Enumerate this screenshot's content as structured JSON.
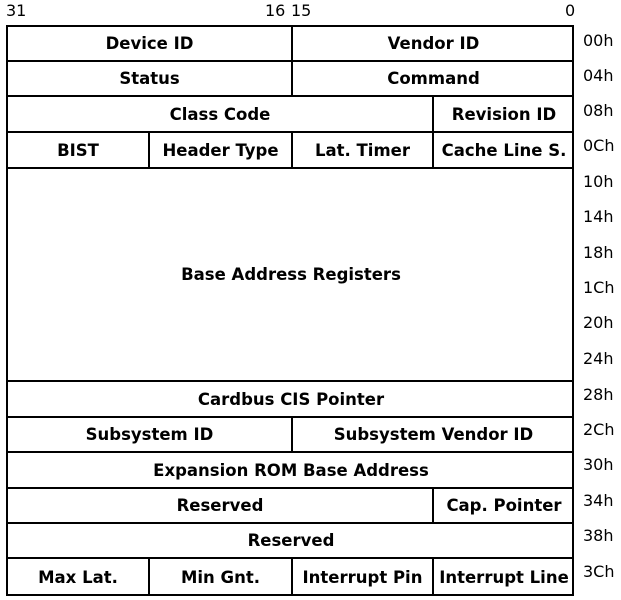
{
  "bit_labels": {
    "b31": "31",
    "b16": "16",
    "b15": "15",
    "b0": "0"
  },
  "rows": [
    {
      "offset": "00h",
      "fields": [
        "Device ID",
        "Vendor ID"
      ]
    },
    {
      "offset": "04h",
      "fields": [
        "Status",
        "Command"
      ]
    },
    {
      "offset": "08h",
      "fields": [
        "Class Code",
        "Revision ID"
      ]
    },
    {
      "offset": "0Ch",
      "fields": [
        "BIST",
        "Header Type",
        "Lat. Timer",
        "Cache Line S."
      ]
    },
    {
      "offset": "10h",
      "fields": [
        "Base Address Registers"
      ]
    },
    {
      "offset": "14h"
    },
    {
      "offset": "18h"
    },
    {
      "offset": "1Ch"
    },
    {
      "offset": "20h"
    },
    {
      "offset": "24h"
    },
    {
      "offset": "28h",
      "fields": [
        "Cardbus CIS Pointer"
      ]
    },
    {
      "offset": "2Ch",
      "fields": [
        "Subsystem ID",
        "Subsystem Vendor ID"
      ]
    },
    {
      "offset": "30h",
      "fields": [
        "Expansion ROM Base Address"
      ]
    },
    {
      "offset": "34h",
      "fields": [
        "Reserved",
        "Cap. Pointer"
      ]
    },
    {
      "offset": "38h",
      "fields": [
        "Reserved"
      ]
    },
    {
      "offset": "3Ch",
      "fields": [
        "Max Lat.",
        "Min Gnt.",
        "Interrupt Pin",
        "Interrupt Line"
      ]
    }
  ]
}
